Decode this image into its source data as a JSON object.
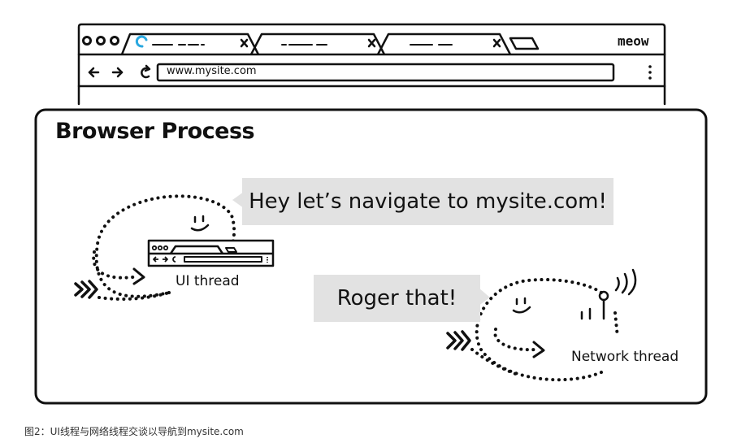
{
  "browser": {
    "url": "www.mysite.com",
    "brand": "meow"
  },
  "diagram": {
    "title": "Browser Process",
    "ui_thread_label": "UI thread",
    "network_thread_label": "Network thread",
    "ui_message": "Hey let’s navigate to mysite.com!",
    "network_message": "Roger that!"
  },
  "caption": "图2：UI线程与网络线程交谈以导航到mysite.com"
}
